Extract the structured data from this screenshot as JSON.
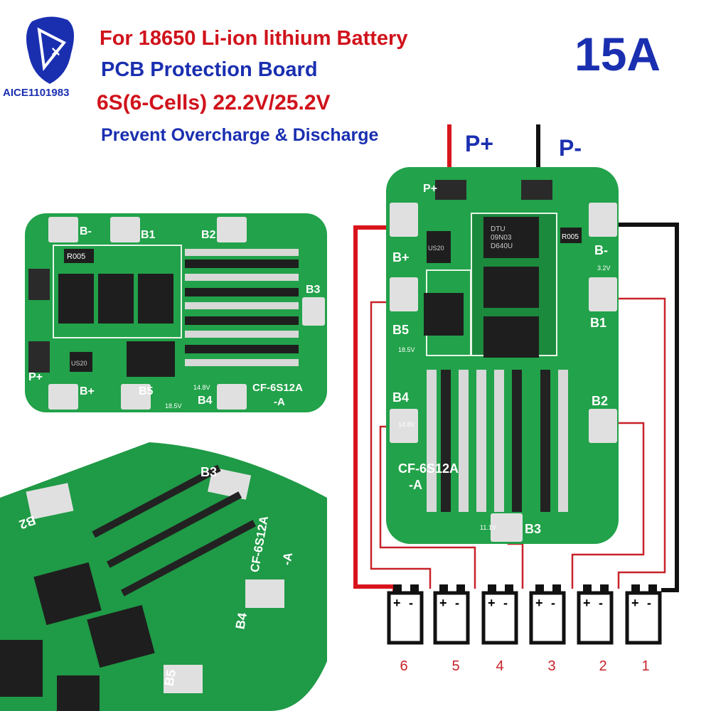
{
  "header": {
    "line1": "For 18650 Li-ion lithium Battery",
    "line2": "PCB Protection Board",
    "line3": "6S(6-Cells) 22.2V/25.2V",
    "line4": "Prevent Overcharge & Discharge",
    "current_rating": "15A",
    "brand": "AICE1101983"
  },
  "terminals": {
    "p_plus": "P+",
    "p_minus": "P-"
  },
  "board_right": {
    "pads": [
      "P+",
      "B+",
      "B-",
      "B1",
      "B2",
      "B3",
      "B4",
      "B5"
    ],
    "model": "CF-6S12A",
    "model_suffix": "-A",
    "resistor": "R005",
    "ic": "US20",
    "mosfet_lines": [
      "DTU",
      "09N03",
      "D640U"
    ],
    "voltages": [
      "3.2V",
      "18.5V",
      "14.8V",
      "11.1V"
    ]
  },
  "board_left": {
    "pads": [
      "B-",
      "B1",
      "B2",
      "B3",
      "B5",
      "B4",
      "B+",
      "P+"
    ],
    "model": "CF-6S12A",
    "model_suffix": "-A",
    "resistor": "R005",
    "ic": "US20",
    "voltages": [
      "18.5V",
      "14.8V"
    ]
  },
  "board_angled": {
    "pads": [
      "B3",
      "B2",
      "B4",
      "B5"
    ],
    "model": "CF-6S12A",
    "model_suffix": "-A"
  },
  "cells": [
    {
      "label": "6",
      "plus": "+",
      "minus": "-"
    },
    {
      "label": "5",
      "plus": "+",
      "minus": "-"
    },
    {
      "label": "4",
      "plus": "+",
      "minus": "-"
    },
    {
      "label": "3",
      "plus": "+",
      "minus": "-"
    },
    {
      "label": "2",
      "plus": "+",
      "minus": "-"
    },
    {
      "label": "1",
      "plus": "+",
      "minus": "-"
    }
  ],
  "colors": {
    "pcb": "#22a24a",
    "red_text": "#d0121b",
    "blue_text": "#1a2fb0",
    "wire_red": "#d8141c",
    "wire_black": "#111111"
  }
}
